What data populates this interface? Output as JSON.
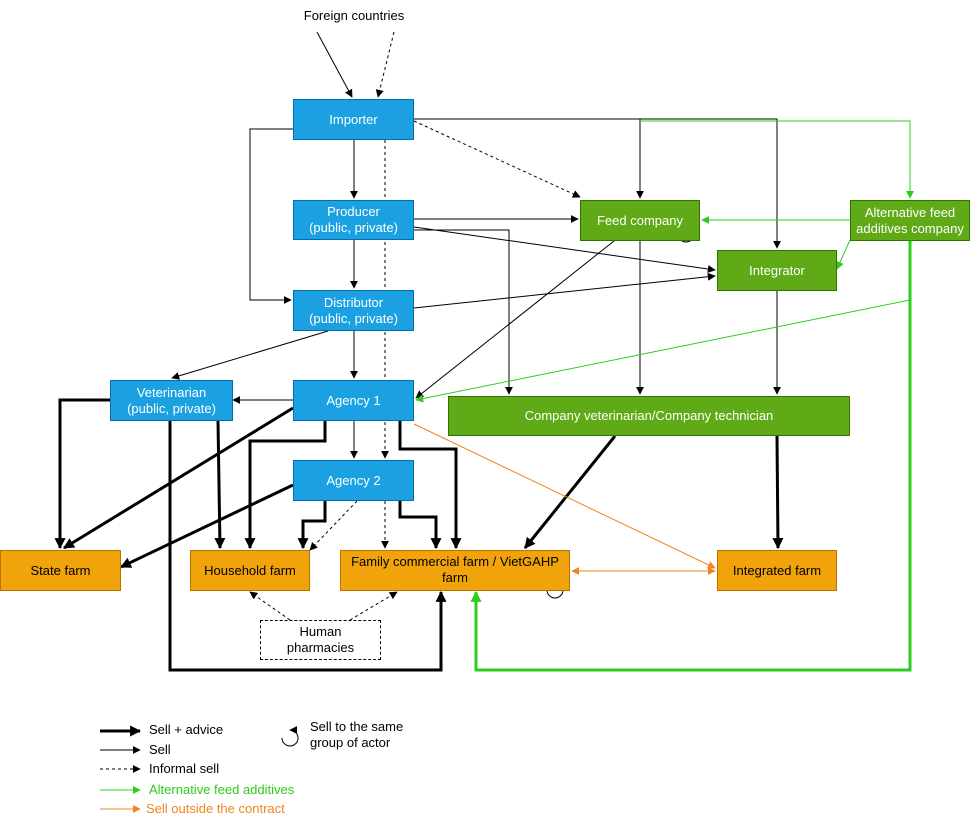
{
  "nodes": {
    "foreign": "Foreign countries",
    "importer": "Importer",
    "producer_l1": "Producer",
    "producer_l2": "(public, private)",
    "distributor_l1": "Distributor",
    "distributor_l2": "(public, private)",
    "veterinarian_l1": "Veterinarian",
    "veterinarian_l2": "(public, private)",
    "agency1": "Agency 1",
    "agency2": "Agency 2",
    "feed_company": "Feed company",
    "alt_feed_l1": "Alternative feed",
    "alt_feed_l2": "additives company",
    "integrator": "Integrator",
    "company_vet": "Company veterinarian/Company technician",
    "state_farm": "State farm",
    "household_farm": "Household farm",
    "family_farm_l1": "Family commercial farm / VietGAHP",
    "family_farm_l2": "farm",
    "integrated_farm": "Integrated farm",
    "human_pharm_l1": "Human",
    "human_pharm_l2": "pharmacies"
  },
  "legend": {
    "sell_advice": "Sell + advice",
    "sell": "Sell",
    "informal": "Informal sell",
    "alt_additives": "Alternative feed additives",
    "outside_contract": "Sell outside the contract",
    "same_group_l1": "Sell to the same",
    "same_group_l2": "group of actor"
  },
  "colors": {
    "blue_fill": "#1ba1e2",
    "green_fill": "#60a917",
    "orange_fill": "#f0a30a",
    "alt_line": "#2ecc1c",
    "outside_line": "#f0861f"
  }
}
